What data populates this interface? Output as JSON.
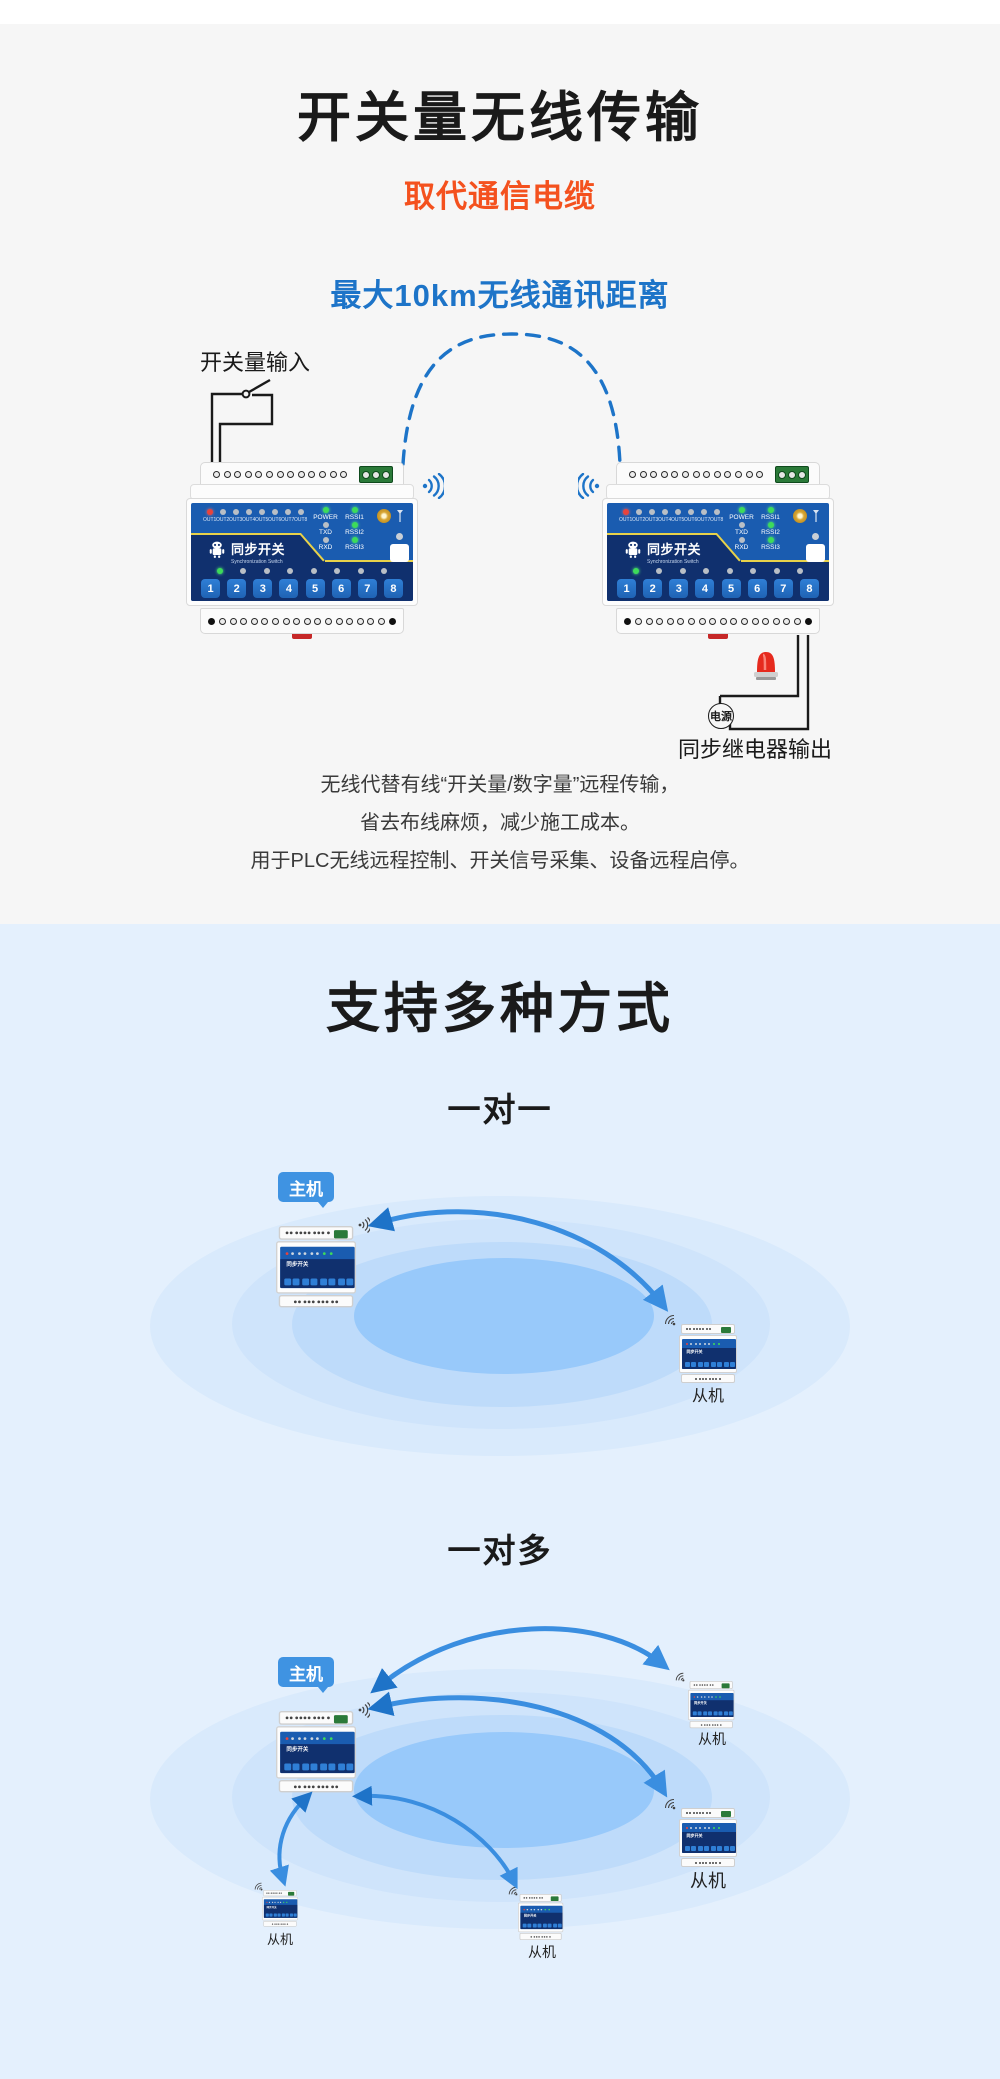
{
  "section_one": {
    "background": "#f6f6f6",
    "title": "开关量无线传输",
    "subtitle": "取代通信电缆",
    "blue_heading": "最大10km无线通讯距离",
    "accent_orange": "#f4511e",
    "accent_blue": "#1d74c8",
    "switch_input_label": "开关量输入",
    "relay_output_label": "同步继电器输出",
    "power_label": "电源",
    "description_lines": [
      "无线代替有线“开关量/数字量”远程传输，",
      "省去布线麻烦，减少施工成本。",
      "用于PLC无线远程控制、开关信号采集、设备远程启停。"
    ]
  },
  "device": {
    "brand_cn": "同步开关",
    "brand_en": "Synchronization Switch",
    "out_labels": [
      "OUT1",
      "OUT2",
      "OUT3",
      "OUT4",
      "OUT5",
      "OUT6",
      "OUT7",
      "OUT8"
    ],
    "status_labels_left": [
      "POWER",
      "TXD",
      "RXD"
    ],
    "status_labels_right": [
      "RSSI1",
      "RSSI2",
      "RSSI3"
    ],
    "button_numbers": [
      "1",
      "2",
      "3",
      "4",
      "5",
      "6",
      "7",
      "8"
    ],
    "face_blue": "#16529e",
    "face_dark_blue": "#10306e",
    "accent_yellow": "#e8d24a",
    "led_red": "#e8433c",
    "led_green": "#3ddb5a",
    "led_off": "#b9bfc6"
  },
  "section_two": {
    "background": "#e4f0fd",
    "title": "支持多种方式",
    "modes": [
      {
        "name": "一对一",
        "host_label": "主机",
        "slave_labels": [
          "从机"
        ]
      },
      {
        "name": "一对多",
        "host_label": "主机",
        "slave_labels": [
          "从机",
          "从机",
          "从机",
          "从机"
        ]
      }
    ],
    "arrow_color": "#2e7fc9",
    "tag_color": "#2b8bd6"
  }
}
